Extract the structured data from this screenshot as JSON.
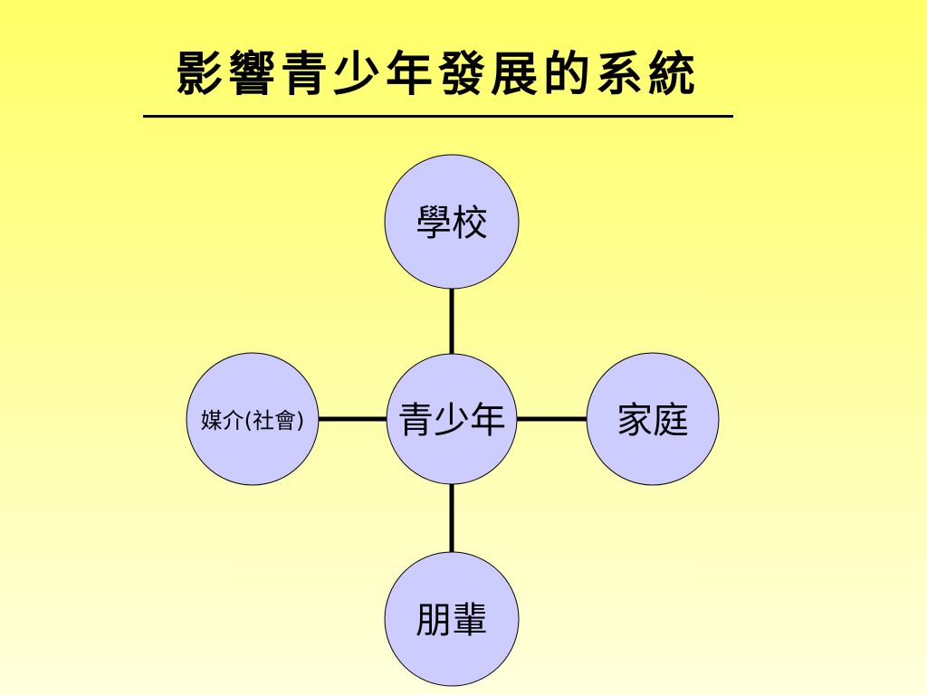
{
  "title": "影響青少年發展的系統",
  "diagram": {
    "center": {
      "label": "青少年"
    },
    "nodes": [
      {
        "id": "top",
        "label": "學校"
      },
      {
        "id": "right",
        "label": "家庭"
      },
      {
        "id": "bottom",
        "label": "朋輩"
      },
      {
        "id": "left",
        "label": "媒介(社會)"
      }
    ]
  },
  "colors": {
    "background_top": "#ffff66",
    "background_bottom": "#ffffdd",
    "node_fill": "#ccccff",
    "line": "#000000"
  }
}
